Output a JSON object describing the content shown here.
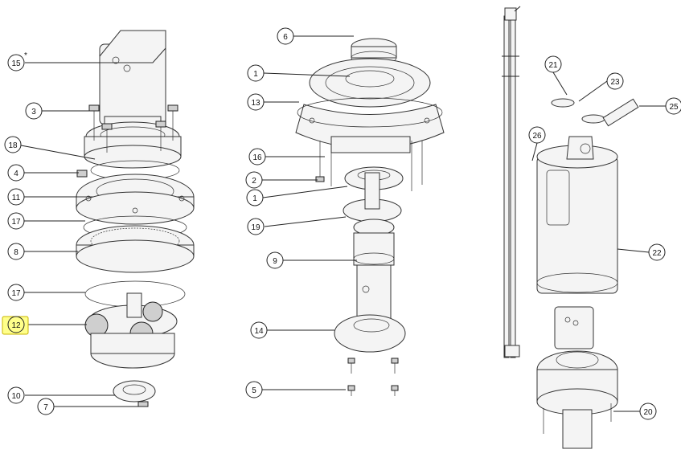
{
  "callouts": [
    {
      "id": "c15",
      "label": "15"
    },
    {
      "id": "c15star",
      "label": "*"
    },
    {
      "id": "c3",
      "label": "3"
    },
    {
      "id": "c18",
      "label": "18"
    },
    {
      "id": "c4",
      "label": "4"
    },
    {
      "id": "c11",
      "label": "11"
    },
    {
      "id": "c17a",
      "label": "17"
    },
    {
      "id": "c8",
      "label": "8"
    },
    {
      "id": "c17b",
      "label": "17"
    },
    {
      "id": "c12",
      "label": "12"
    },
    {
      "id": "c10",
      "label": "10"
    },
    {
      "id": "c7",
      "label": "7"
    },
    {
      "id": "c6",
      "label": "6"
    },
    {
      "id": "c1a",
      "label": "1"
    },
    {
      "id": "c13",
      "label": "13"
    },
    {
      "id": "c16",
      "label": "16"
    },
    {
      "id": "c2",
      "label": "2"
    },
    {
      "id": "c1b",
      "label": "1"
    },
    {
      "id": "c19",
      "label": "19"
    },
    {
      "id": "c9",
      "label": "9"
    },
    {
      "id": "c14",
      "label": "14"
    },
    {
      "id": "c5",
      "label": "5"
    },
    {
      "id": "c21",
      "label": "21"
    },
    {
      "id": "c23",
      "label": "23"
    },
    {
      "id": "c25",
      "label": "25"
    },
    {
      "id": "c26",
      "label": "26"
    },
    {
      "id": "c22",
      "label": "22"
    },
    {
      "id": "c20",
      "label": "20"
    }
  ],
  "highlight_color": "#ffff8a"
}
